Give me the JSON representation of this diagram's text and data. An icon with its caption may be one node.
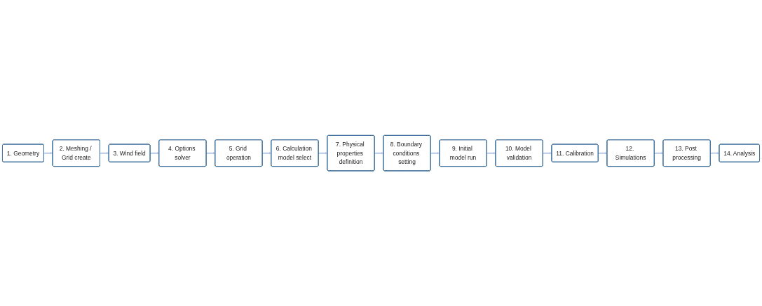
{
  "diagram": {
    "nodes": [
      {
        "text": [
          "1. Geometry"
        ]
      },
      {
        "text": [
          "2. Meshing / Grid create"
        ]
      },
      {
        "text": [
          "3. Wind field"
        ]
      },
      {
        "text": [
          "4. Options solver"
        ]
      },
      {
        "text": [
          "5. Grid operation"
        ]
      },
      {
        "text": [
          "6. Calculation model select"
        ]
      },
      {
        "text": [
          "7. Physical properties definition"
        ]
      },
      {
        "text": [
          "8. Boundary conditions setting"
        ]
      },
      {
        "text": [
          "9. Initial model run"
        ]
      },
      {
        "text": [
          "10. Model validation"
        ]
      },
      {
        "text": [
          "11. Calibration"
        ]
      },
      {
        "text": [
          "12. Simulations"
        ]
      },
      {
        "text": [
          "13. Post processing"
        ]
      },
      {
        "text": [
          "14. Analysis"
        ]
      }
    ],
    "edges": [
      {
        "from": 0,
        "to": 1,
        "arrow": "to"
      },
      {
        "from": 1,
        "to": 2,
        "arrow": "to"
      },
      {
        "from": 2,
        "to": 3,
        "arrow": "to"
      },
      {
        "from": 3,
        "to": 4,
        "arrow": "to"
      },
      {
        "from": 4,
        "to": 5,
        "arrow": "to"
      },
      {
        "from": 5,
        "to": 6,
        "arrow": "to"
      },
      {
        "from": 6,
        "to": 7,
        "arrow": "to"
      },
      {
        "from": 7,
        "to": 8,
        "arrow": "to"
      },
      {
        "from": 8,
        "to": 9,
        "arrow": "to"
      },
      {
        "from": 9,
        "to": 10,
        "arrow": "to"
      },
      {
        "from": 10,
        "to": 11,
        "arrow": "to"
      },
      {
        "from": 11,
        "to": 12,
        "arrow": "to"
      },
      {
        "from": 12,
        "to": 13,
        "arrow": "to"
      }
    ]
  }
}
